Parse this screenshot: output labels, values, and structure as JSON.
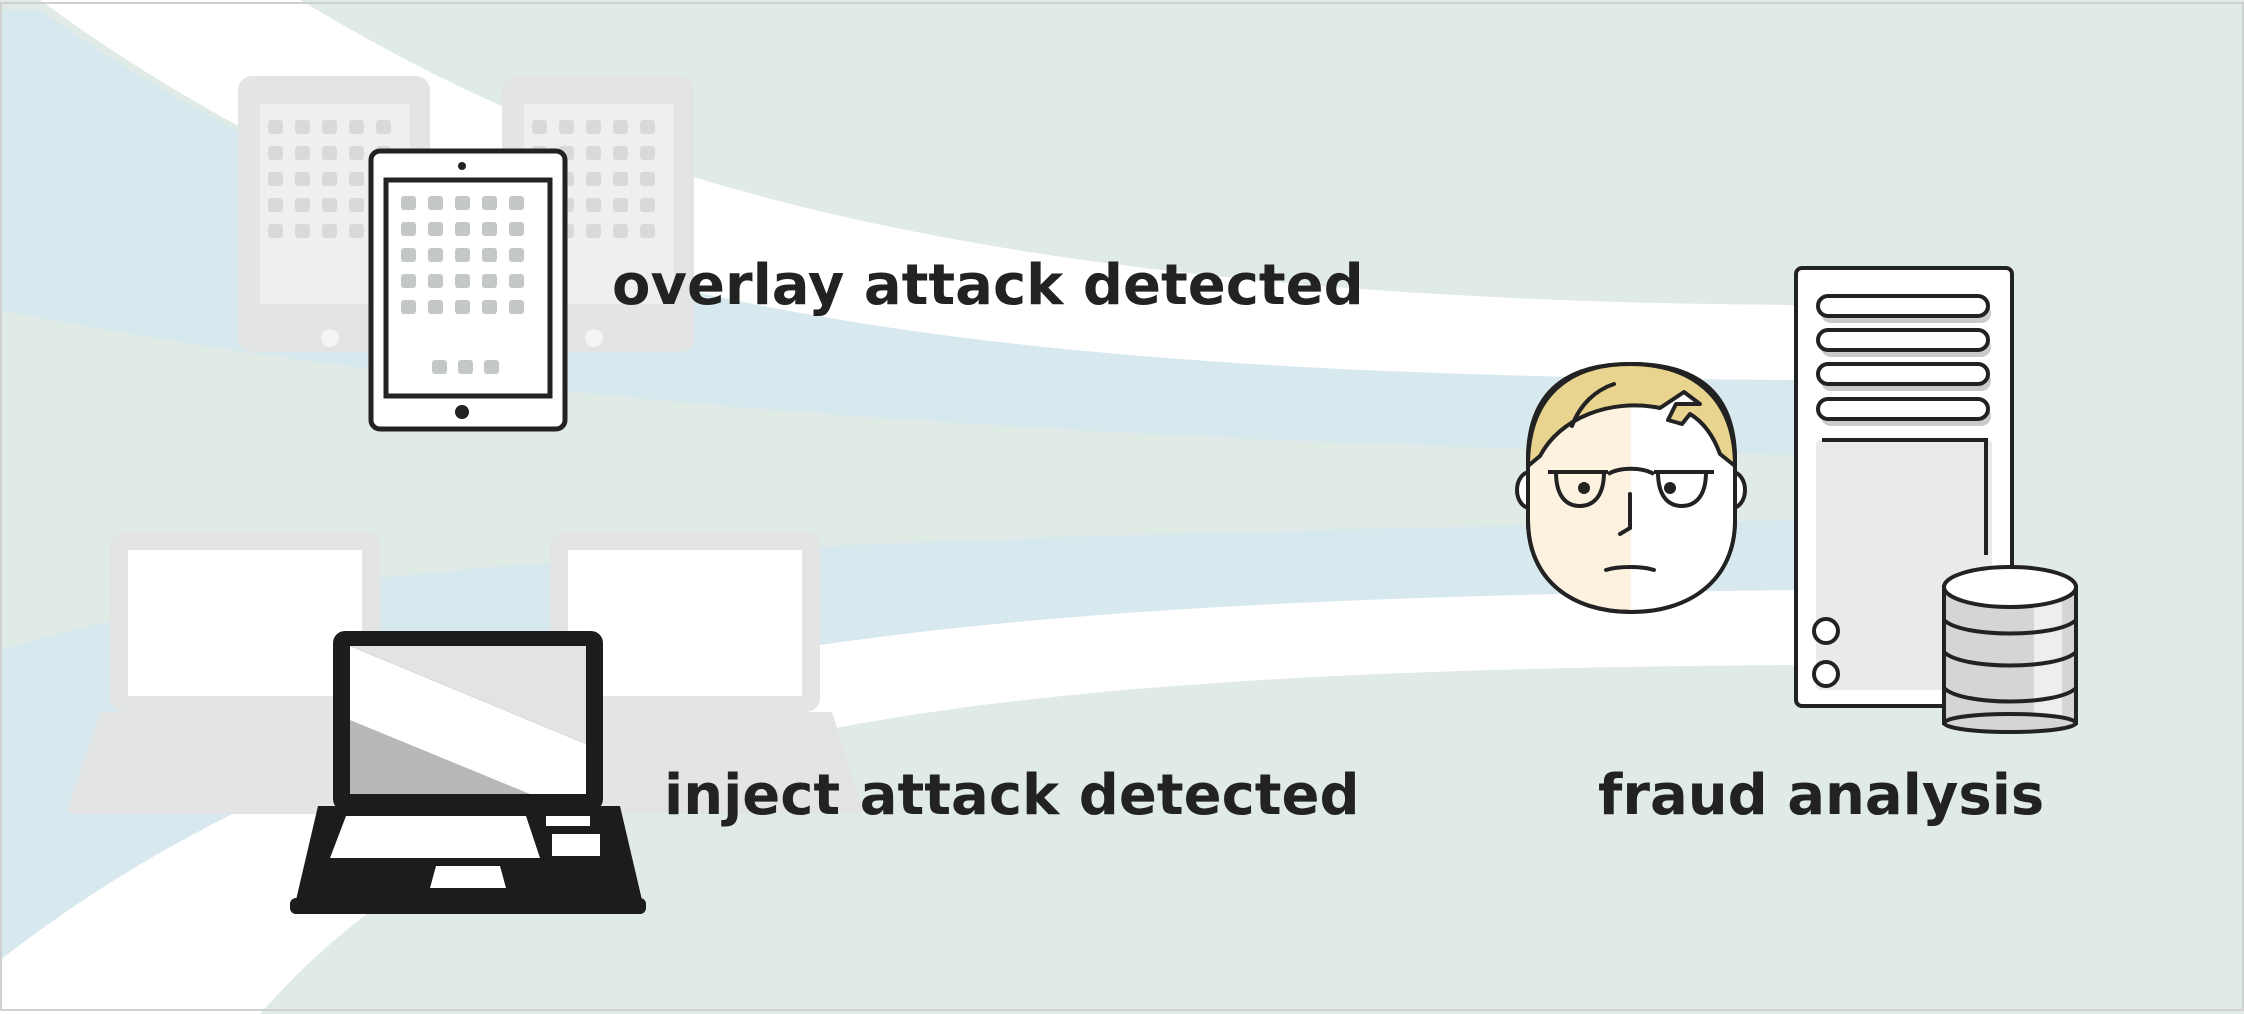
{
  "labels": {
    "overlay": "overlay attack detected",
    "inject": "inject attack detected",
    "fraud": "fraud analysis"
  },
  "icons": {
    "tablet": "tablet-icon",
    "laptop": "laptop-icon",
    "analyst": "analyst-face-icon",
    "server": "server-tower-icon",
    "database": "database-icon"
  },
  "colors": {
    "background": "#e1ebe6",
    "flow_band_blue": "#d7e8ef",
    "flow_band_white": "#ffffff",
    "ghost_device": "#e3e4e4",
    "ink": "#222222",
    "hair": "#e8d48e",
    "skin": "#fdf1e0"
  }
}
